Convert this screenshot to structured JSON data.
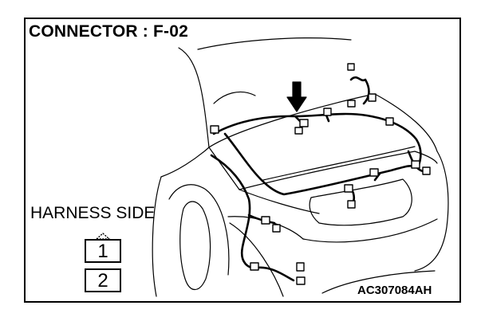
{
  "title": "CONNECTOR : F-02",
  "harness_label": "HARNESS SIDE",
  "pins": [
    "1",
    "2"
  ],
  "figure_code": "AC307084AH"
}
